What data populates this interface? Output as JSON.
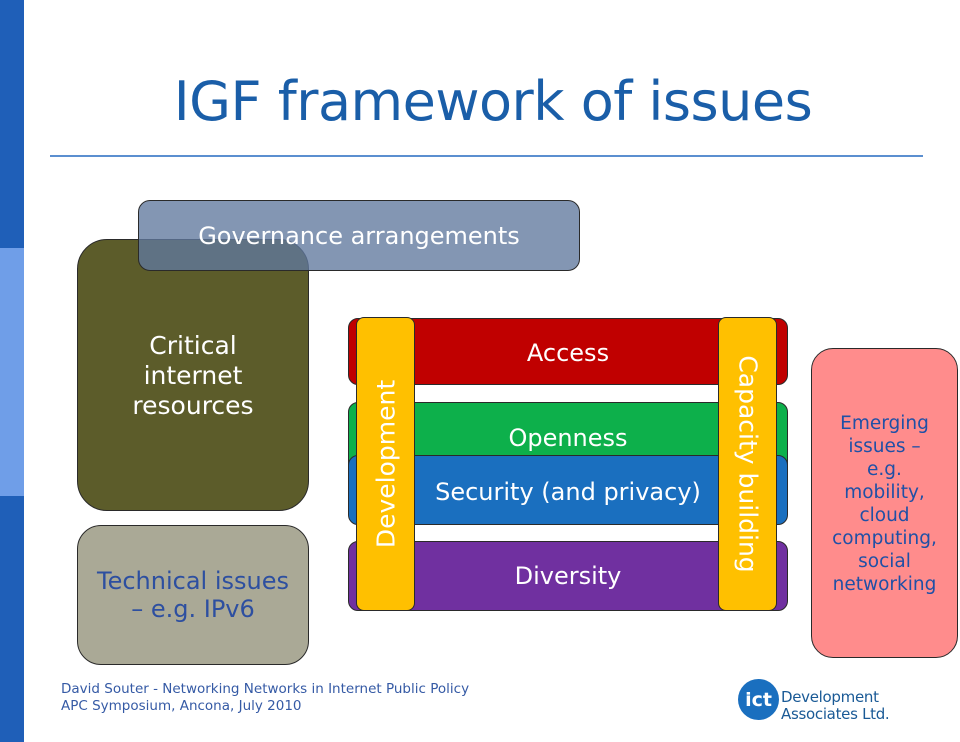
{
  "slide": {
    "title": "IGF framework of issues",
    "governance": "Governance arrangements",
    "critical": [
      "Critical",
      "internet",
      "resources"
    ],
    "technical": [
      "Technical issues",
      "– e.g. IPv6"
    ],
    "development": "Development",
    "capacity": "Capacity building",
    "bands": {
      "access": "Access",
      "openness": "Openness",
      "security": "Security (and privacy)",
      "diversity": "Diversity"
    },
    "emerging": [
      "Emerging",
      "issues –",
      "e.g.",
      "mobility,",
      "cloud",
      "computing,",
      "social",
      "networking"
    ]
  },
  "footer": {
    "line1": "David Souter - Networking Networks in Internet Public Policy",
    "line2": "APC Symposium, Ancona, July 2010"
  },
  "logo": {
    "badge": "ict",
    "line1": "Development",
    "line2": "Associates Ltd."
  },
  "colors": {
    "title_blue": "#1a5ea8",
    "left_bar": "#1f5fb8",
    "access": "#c00000",
    "openness": "#0db04b",
    "security": "#1a6fbf",
    "diversity": "#7030a0",
    "vertical_bars": "#ffc000",
    "critical": "#5c5c2a",
    "technical": "#aaa996",
    "emerging": "#ff8c8c"
  }
}
